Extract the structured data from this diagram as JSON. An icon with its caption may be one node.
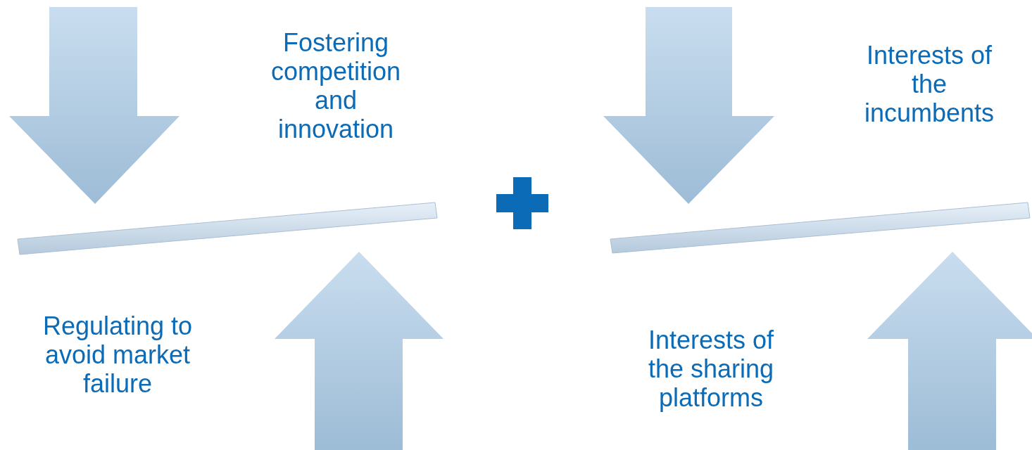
{
  "diagram": {
    "labels": [
      "Fostering competition and innovation",
      "Interests of the incumbents",
      "Regulating to avoid market failure",
      "Interests of the sharing platforms"
    ]
  }
}
